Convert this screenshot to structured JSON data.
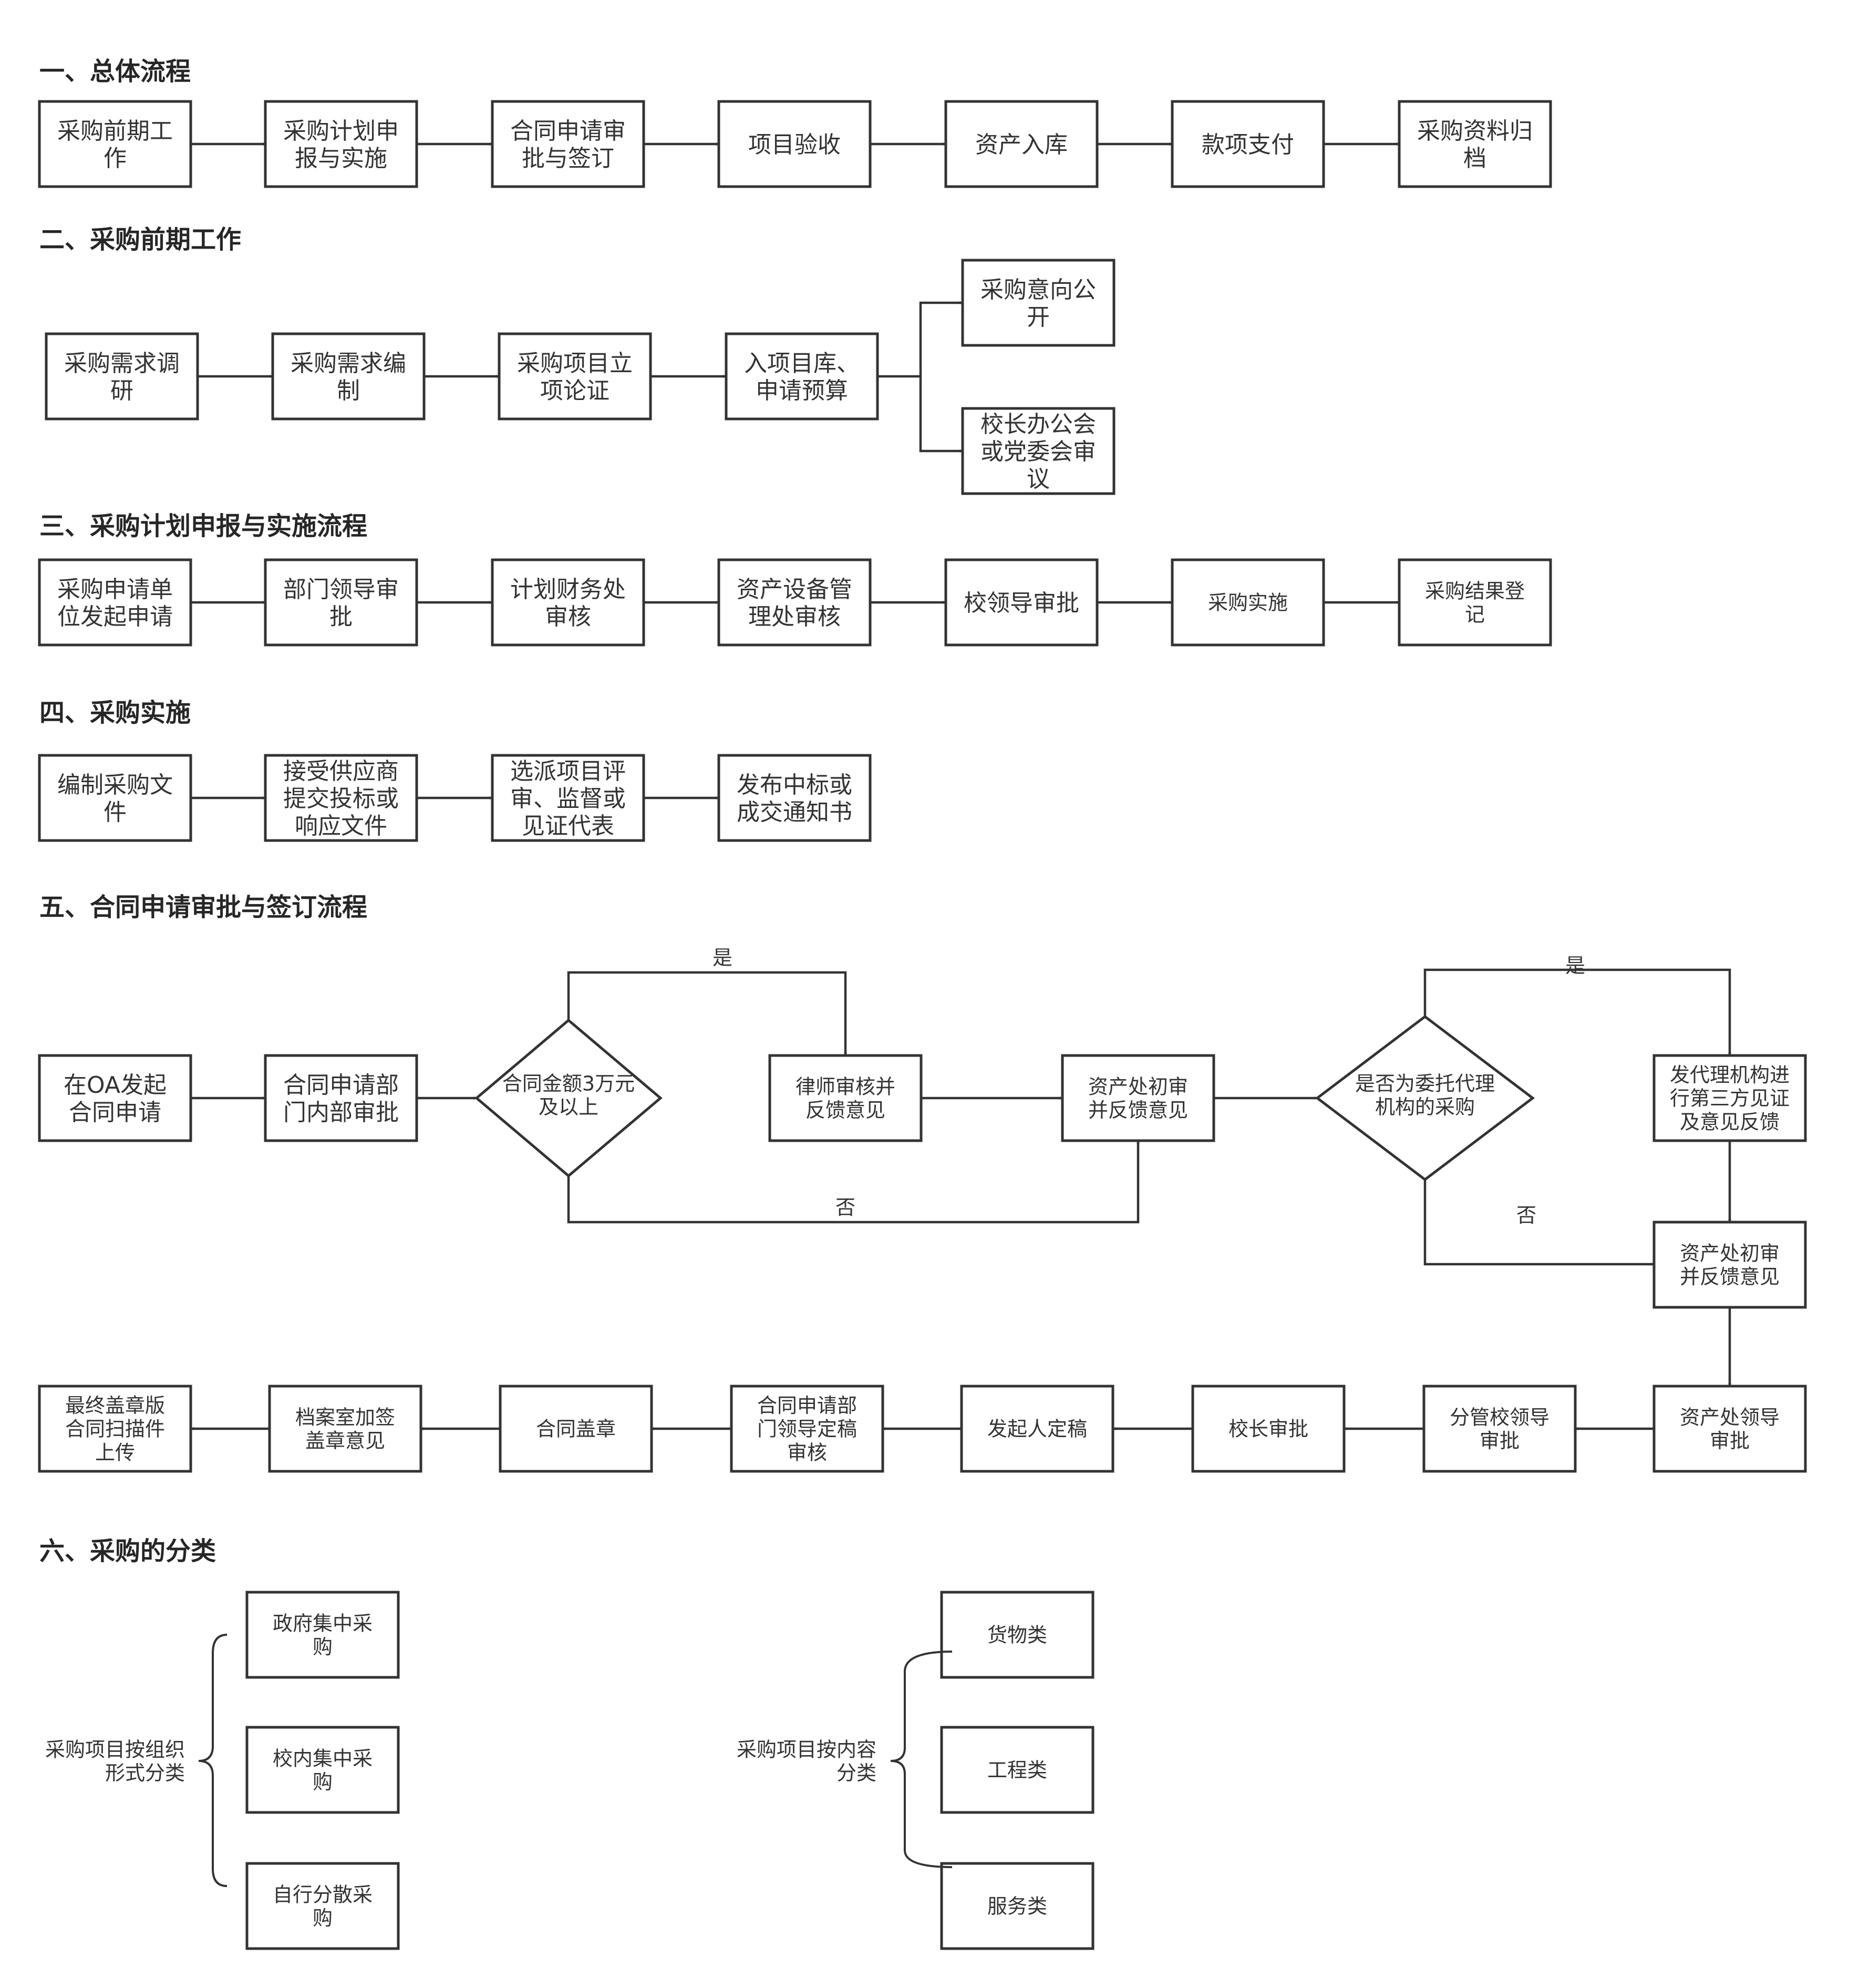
{
  "sections": {
    "s1": "一、总体流程",
    "s2": "二、采购前期工作",
    "s3": "三、采购计划申报与实施流程",
    "s4": "四、采购实施",
    "s5": "五、合同申请审批与签订流程",
    "s6": "六、采购的分类"
  },
  "overall": [
    [
      "采购前期工",
      "作"
    ],
    [
      "采购计划申",
      "报与实施"
    ],
    [
      "合同申请审",
      "批与签订"
    ],
    [
      "项目验收"
    ],
    [
      "资产入库"
    ],
    [
      "款项支付"
    ],
    [
      "采购资料归",
      "档"
    ]
  ],
  "preliminary": [
    [
      "采购需求调",
      "研"
    ],
    [
      "采购需求编",
      "制"
    ],
    [
      "采购项目立",
      "项论证"
    ],
    [
      "入项目库、",
      "申请预算"
    ],
    [
      "采购意向公",
      "开"
    ],
    [
      "校长办公会",
      "或党委会审",
      "议"
    ]
  ],
  "plan": [
    [
      "采购申请单",
      "位发起申请"
    ],
    [
      "部门领导审",
      "批"
    ],
    [
      "计划财务处",
      "审核"
    ],
    [
      "资产设备管",
      "理处审核"
    ],
    [
      "校领导审批"
    ],
    [
      "采购实施"
    ],
    [
      "采购结果登",
      "记"
    ]
  ],
  "implementation": [
    [
      "编制采购文",
      "件"
    ],
    [
      "接受供应商",
      "提交投标或",
      "响应文件"
    ],
    [
      "选派项目评",
      "审、监督或",
      "见证代表"
    ],
    [
      "发布中标或",
      "成交通知书"
    ]
  ],
  "contract": {
    "start": [
      "在OA发起",
      "合同申请"
    ],
    "dept_review": [
      "合同申请部",
      "门内部审批"
    ],
    "decision_amount": [
      "合同金额3万元",
      "及以上"
    ],
    "lawyer": [
      "律师审核并",
      "反馈意见"
    ],
    "asset_first": [
      "资产处初审",
      "并反馈意见"
    ],
    "decision_agency": [
      "是否为委托代理",
      "机构的采购"
    ],
    "agency_witness": [
      "发代理机构进",
      "行第三方见证",
      "及意见反馈"
    ],
    "asset_first_2": [
      "资产处初审",
      "并反馈意见"
    ],
    "asset_leader": [
      "资产处领导",
      "审批"
    ],
    "vp_approval": [
      "分管校领导",
      "审批"
    ],
    "president": [
      "校长审批"
    ],
    "initiator_final": [
      "发起人定稿"
    ],
    "dept_leader_final": [
      "合同申请部",
      "门领导定稿",
      "审核"
    ],
    "seal": [
      "合同盖章"
    ],
    "archive_sign": [
      "档案室加签",
      "盖章意见"
    ],
    "upload": [
      "最终盖章版",
      "合同扫描件",
      "上传"
    ],
    "yes": "是",
    "no": "否"
  },
  "classification": {
    "by_org": {
      "label": [
        "采购项目按组织",
        "形式分类"
      ],
      "items": [
        [
          "政府集中采",
          "购"
        ],
        [
          "校内集中采",
          "购"
        ],
        [
          "自行分散采",
          "购"
        ]
      ]
    },
    "by_content": {
      "label": [
        "采购项目按内容",
        "分类"
      ],
      "items": [
        [
          "货物类"
        ],
        [
          "工程类"
        ],
        [
          "服务类"
        ]
      ]
    }
  }
}
